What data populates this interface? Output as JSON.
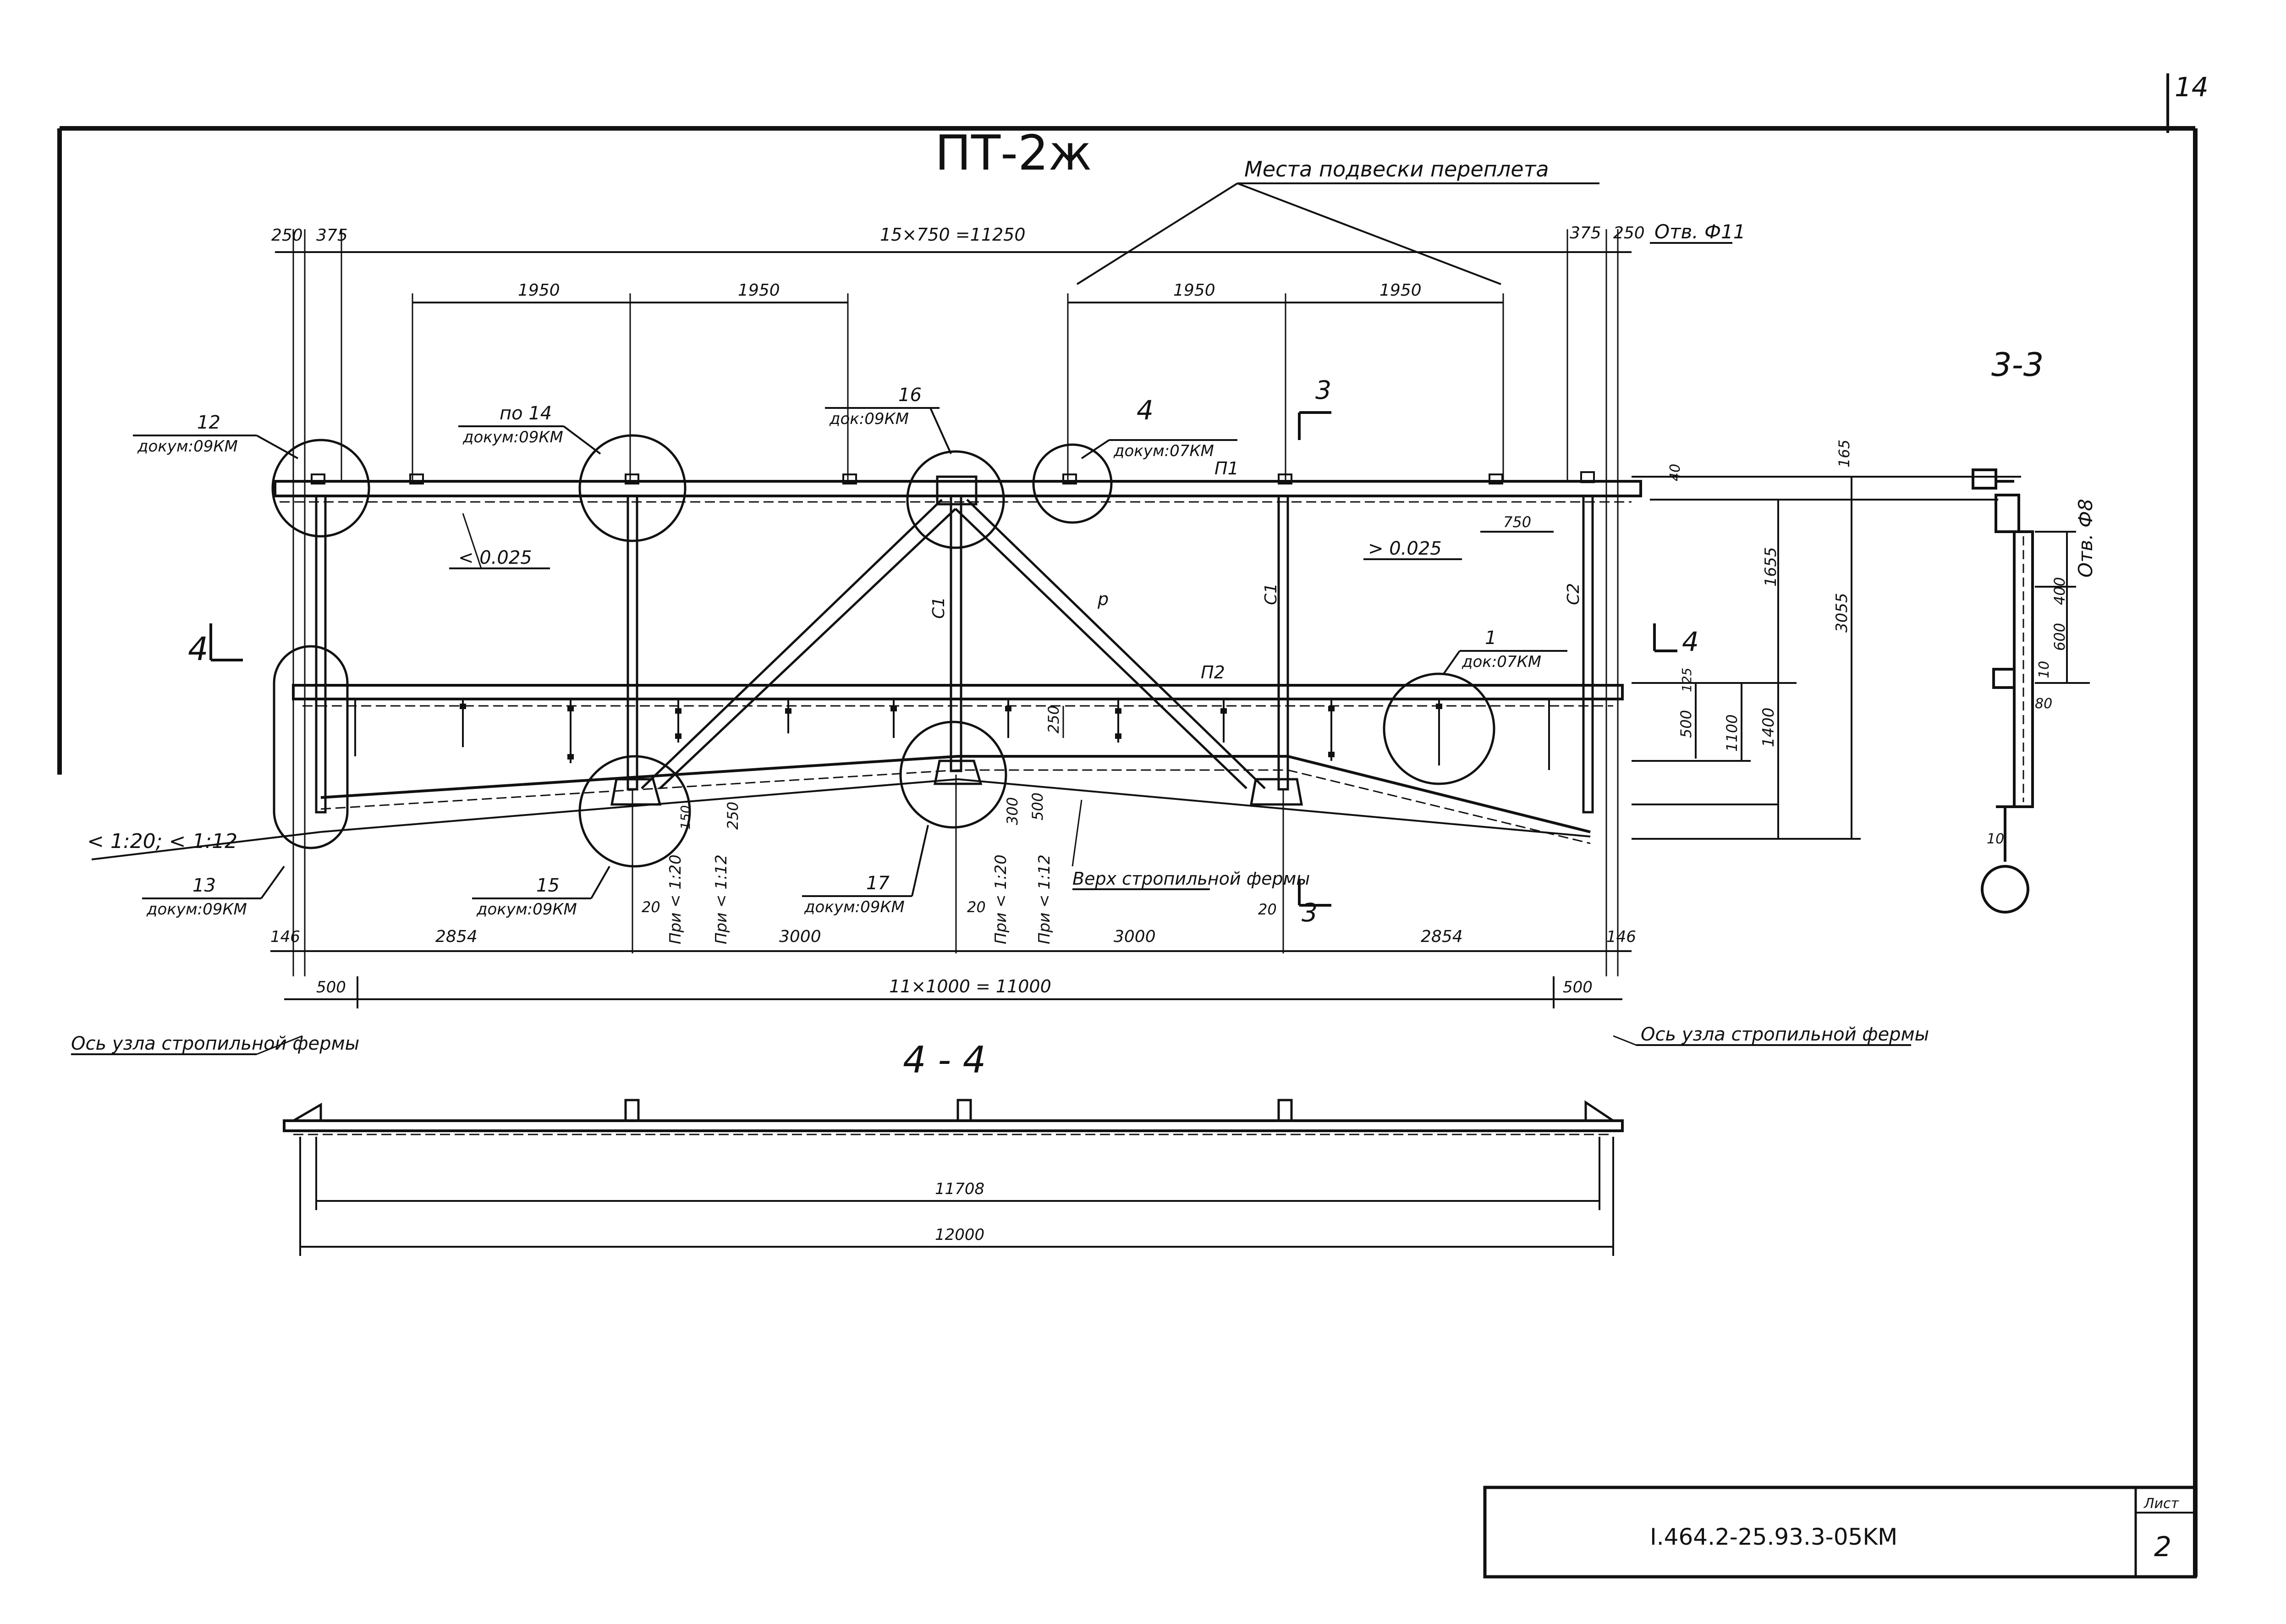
{
  "sheet": {
    "page_number": "14",
    "code": "I.464.2-25.93.3-05KM",
    "list_label": "Лист",
    "list_number": "2"
  },
  "truss": {
    "title": "ПТ-2ж",
    "hang_places": "Места подвески переплета",
    "top_dims": {
      "d250_left": "250",
      "d375_left": "375",
      "overall": "15×750 =11250",
      "d375_right": "375",
      "d250_right": "250",
      "hole": "Отв. Ф11",
      "d1950_a": "1950",
      "d1950_b": "1950",
      "d1950_c": "1950",
      "d1950_d": "1950"
    },
    "callouts": {
      "c12_num": "12",
      "c12_doc": "докум:09КМ",
      "c14_num": "по 14",
      "c14_doc": "докум:09КМ",
      "c16_num": "16",
      "c16_doc": "док:09КМ",
      "c4_num": "4",
      "c4_doc": "докум:07КМ",
      "c1_num": "1",
      "c1_doc": "док:07КМ",
      "c13_num": "13",
      "c13_doc": "докум:09КМ",
      "c15_num": "15",
      "c15_doc": "докум:09КМ",
      "c17_num": "17",
      "c17_doc": "докум:09КМ"
    },
    "members": {
      "p1": "П1",
      "p2": "П2",
      "c1_left": "С1",
      "c1_right": "С1",
      "c2": "С2",
      "p": "р"
    },
    "slopes": {
      "left": "< 0.025",
      "right": "> 0.025",
      "bottom": "< 1:20; < 1:12",
      "at120_left": "При < 1:20",
      "at112_left": "При < 1:12",
      "at120_mid": "При < 1:20",
      "at112_mid": "При < 1:12"
    },
    "section_marks": {
      "s3_top": "3",
      "s3_bottom": "3",
      "s4_left": "4",
      "s4_right": "4"
    },
    "inner_dims": {
      "d750": "750",
      "d250": "250",
      "d150": "150",
      "d250b": "250",
      "d300": "300",
      "d500": "500",
      "d20_a": "20",
      "d20_b": "20",
      "d20_c": "20"
    },
    "right_dims": {
      "d40": "40",
      "d165": "165",
      "d1655": "1655",
      "d3055": "3055",
      "d125": "125",
      "d500": "500",
      "d1100": "1100",
      "d1400": "1400"
    },
    "bottom_dims": {
      "d146_left": "146",
      "d2854_left": "2854",
      "d3000_a": "3000",
      "d3000_b": "3000",
      "d2854_right": "2854",
      "d146_right": "146",
      "d500_left": "500",
      "overall": "11×1000 = 11000",
      "d500_right": "500"
    },
    "roof_truss_top": "Верх стропильной фермы",
    "axis_left": "Ось узла стропильной фермы",
    "axis_right": "Ось узла стропильной фермы"
  },
  "section_44": {
    "title": "4 - 4",
    "d11708": "11708",
    "d12000": "12000"
  },
  "section_33": {
    "title": "3-3",
    "hole": "Отв. Ф8",
    "d400": "400",
    "d600": "600",
    "d10a": "10",
    "d80": "80",
    "d10b": "10"
  }
}
